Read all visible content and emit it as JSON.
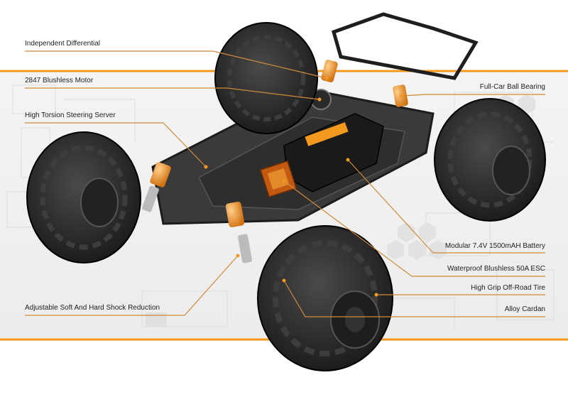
{
  "callouts": {
    "independent_differential": "Independent Differential",
    "brushless_motor": "2847 Blushless Motor",
    "steering_server": "High Torsion Steering Server",
    "shock_reduction": "Adjustable Soft And Hard Shock Reduction",
    "ball_bearing": "Full-Car Ball Bearing",
    "battery": "Modular 7.4V 1500mAH Battery",
    "esc": "Waterproof Blushless 50A ESC",
    "tire": "High Grip Off-Road Tire",
    "cardan": "Alloy Cardan"
  },
  "colors": {
    "accent_orange": "#f39a1e",
    "leader_line": "#d08a3a",
    "tire": "#2a2a2a",
    "chassis": "#3a3a3a",
    "background_circuit": "#e6e6e6"
  }
}
